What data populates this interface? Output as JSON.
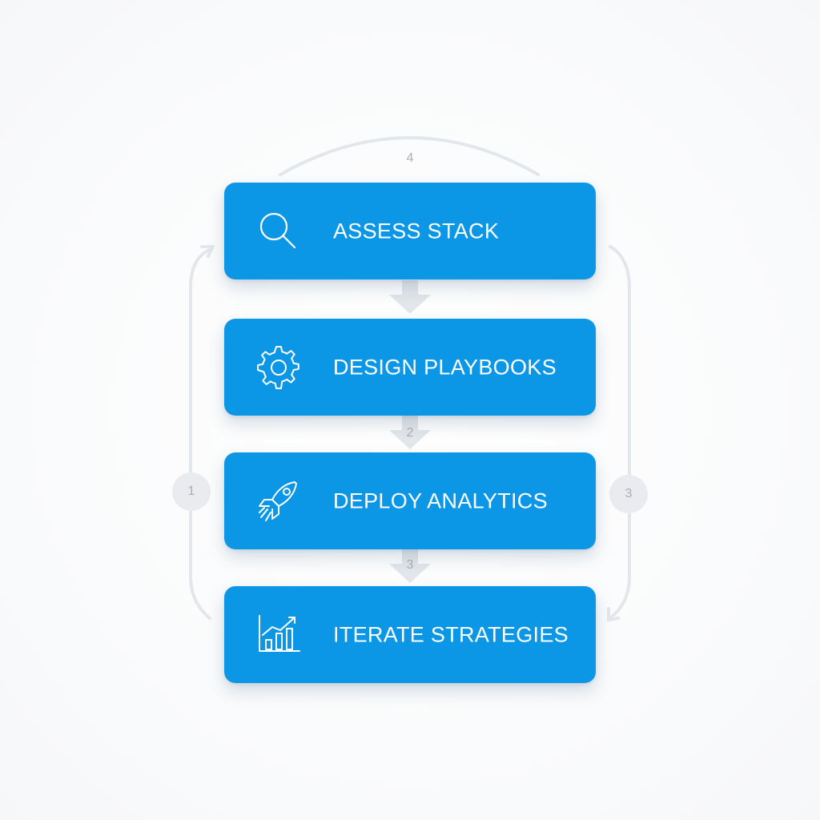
{
  "steps": [
    {
      "label": "ASSESS STACK",
      "icon": "search-icon"
    },
    {
      "label": "DESIGN PLAYBOOKS",
      "icon": "gear-icon"
    },
    {
      "label": "DEPLOY ANALYTICS",
      "icon": "rocket-icon"
    },
    {
      "label": "ITERATE STRATEGIES",
      "icon": "bar-chart-icon"
    }
  ],
  "loop_labels": {
    "top": "4",
    "left": "1",
    "right": "3"
  },
  "connector_labels": {
    "between_2_3": "2",
    "between_3_4": "3"
  },
  "colors": {
    "step_fill": "#0b96e6",
    "step_text": "#ffffff",
    "connector": "#e3e6ea",
    "badge_fill": "#e9ebee",
    "muted_text": "#a9b0b8"
  }
}
